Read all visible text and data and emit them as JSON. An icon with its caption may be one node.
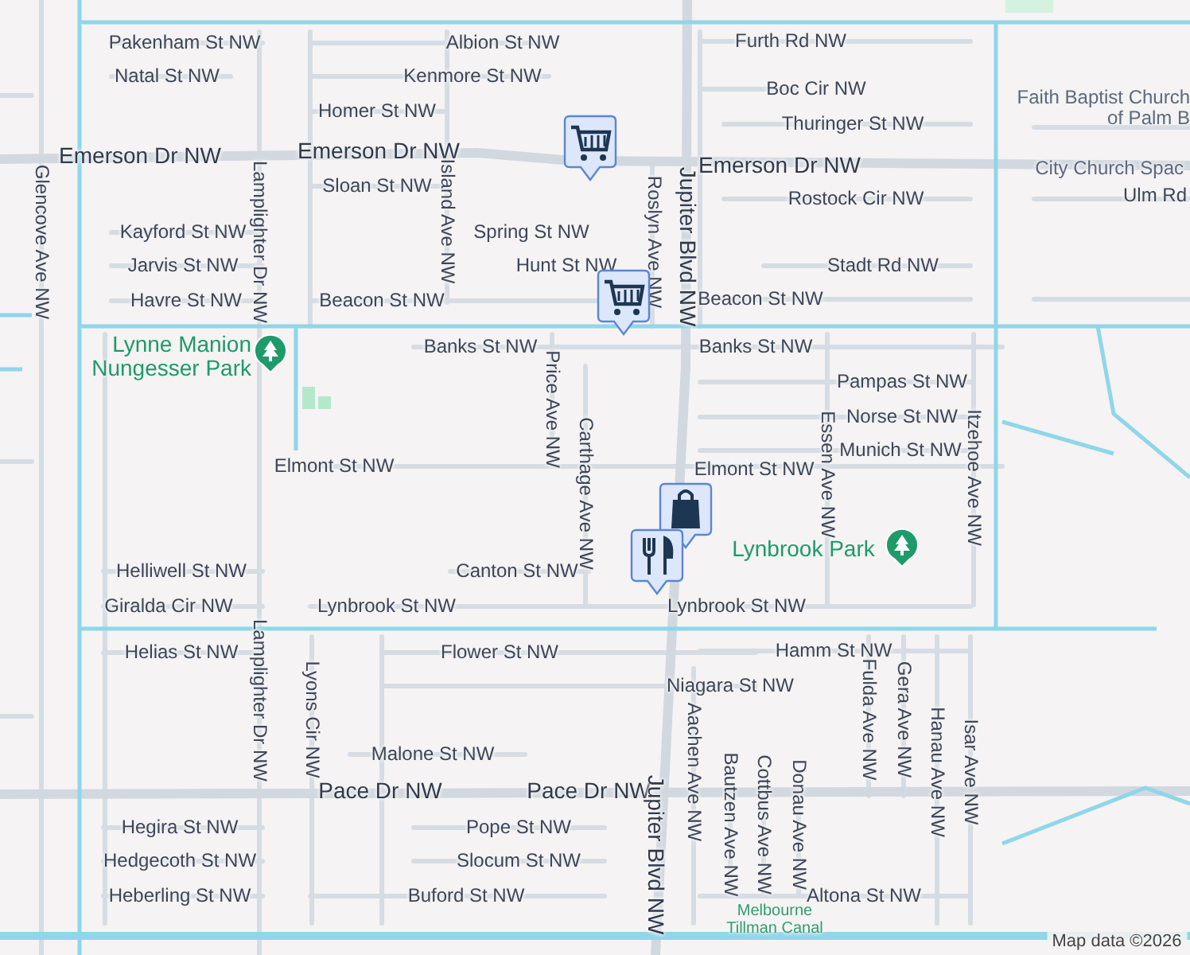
{
  "diagram": {
    "labels": [
      "Pakenham St NW",
      "Albion St NW",
      "Furth Rd NW",
      "Natal St NW",
      "Kenmore St NW",
      "Boc Cir NW",
      "Faith Baptist Church of Palm B",
      "Homer St NW",
      "Thuringer St NW",
      "Emerson Dr NW",
      "Emerson Dr NW",
      "Emerson Dr NW",
      "City Church Spac",
      "Sloan St NW",
      "Rostock Cir NW",
      "Ulm Rd",
      "Kayford St NW",
      "Spring St NW",
      "Jarvis St NW",
      "Hunt St NW",
      "Stadt Rd NW",
      "Havre St NW",
      "Beacon St NW",
      "Beacon St NW",
      "Glencove Ave NW",
      "Lamplighter Dr NW",
      "Island Ave NW",
      "Roslyn Ave NW",
      "Jupiter Blvd NW",
      "Lynne Manion Nungesser Park",
      "Banks St NW",
      "Banks St NW",
      "Price Ave NW",
      "Pampas St NW",
      "Norse St NW",
      "Carthage Ave NW",
      "Essen Ave NW",
      "Itzehoe Ave NW",
      "Munich St NW",
      "Elmont St NW",
      "Elmont St NW",
      "Lynbrook Park",
      "Helliwell St NW",
      "Canton St NW",
      "Giralda Cir NW",
      "Lynbrook St NW",
      "Lynbrook St NW",
      "Helias St NW",
      "Flower St NW",
      "Hamm St NW",
      "Niagara St NW",
      "Lamplighter Dr NW",
      "Lyons Cir NW",
      "Aachen Ave NW",
      "Fulda Ave NW",
      "Gera Ave NW",
      "Hanau Ave NW",
      "Isar Ave NW",
      "Malone St NW",
      "Pace Dr NW",
      "Pace Dr NW",
      "Jupiter Blvd NW",
      "Bautzen Ave NW",
      "Cottbus Ave NW",
      "Donau Ave NW",
      "Hegira St NW",
      "Pope St NW",
      "Hedgecoth St NW",
      "Slocum St NW",
      "Heberling St NW",
      "Buford St NW",
      "Altona St NW",
      "Melbourne Tillman Canal",
      "Map data ©2026"
    ]
  }
}
